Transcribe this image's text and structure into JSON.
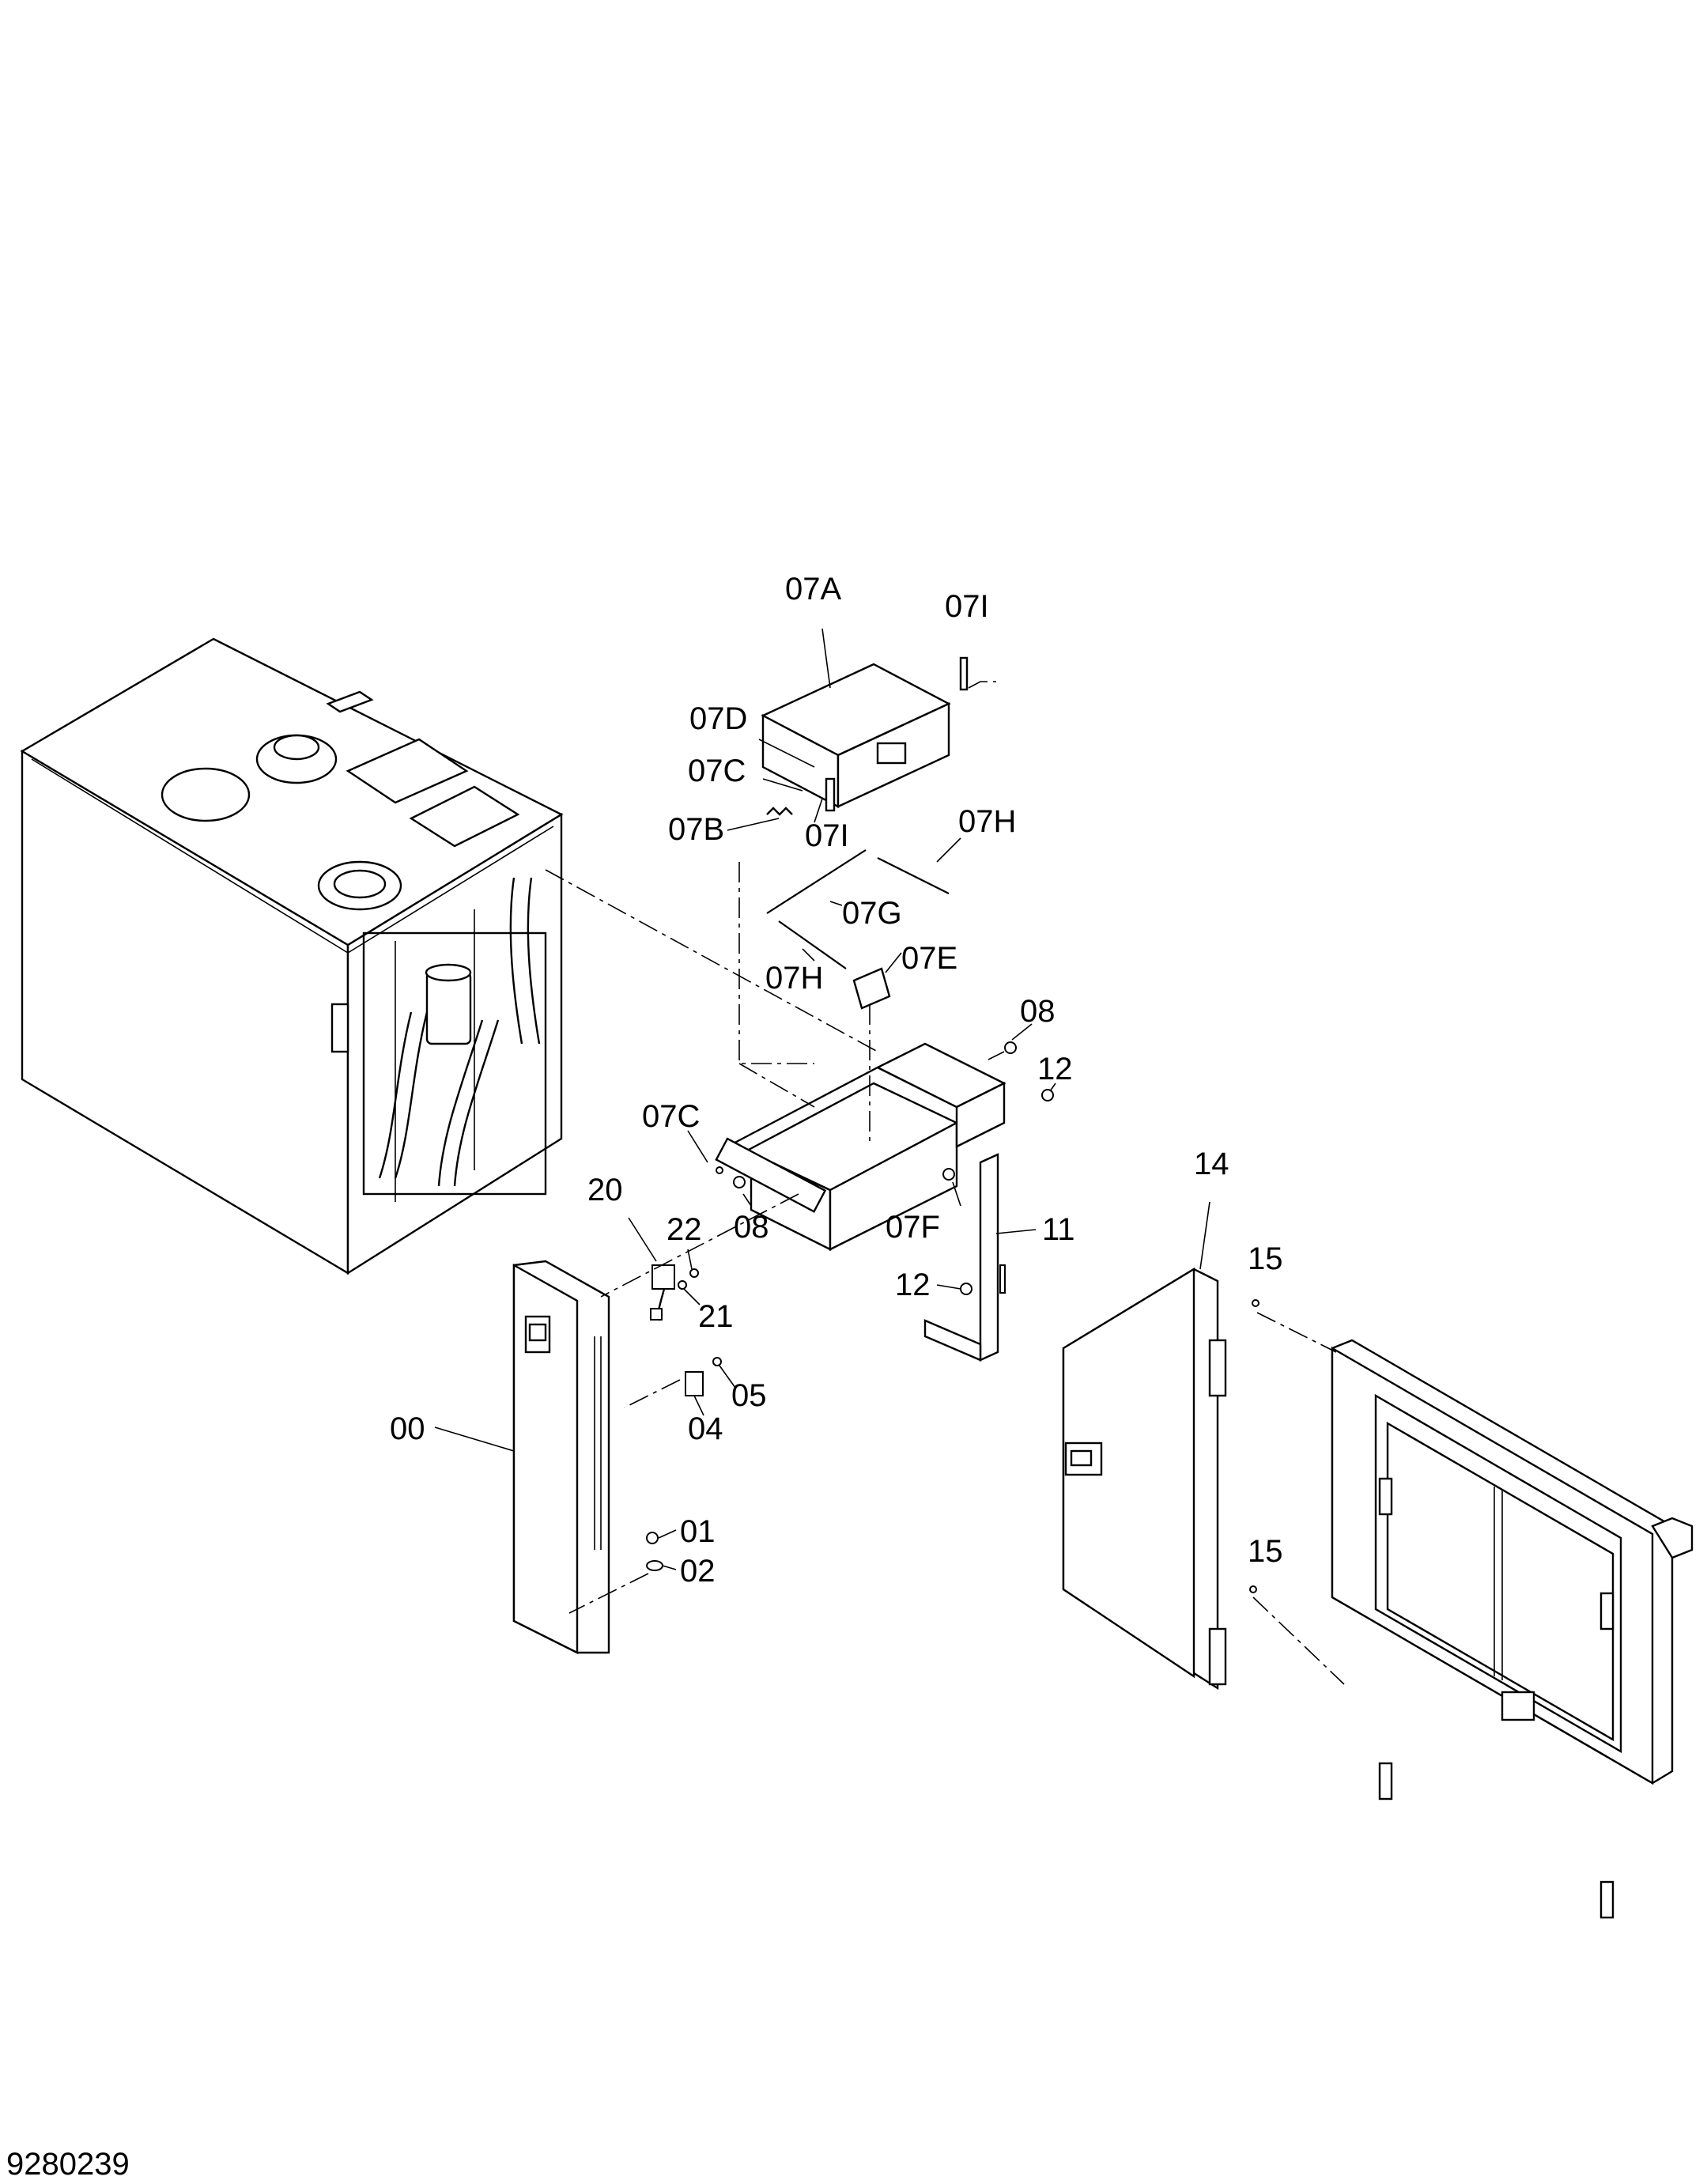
{
  "drawing_number": "9280239",
  "callouts": [
    {
      "id": "c07A",
      "text": "07A"
    },
    {
      "id": "c07I_top",
      "text": "07I"
    },
    {
      "id": "c07D",
      "text": "07D"
    },
    {
      "id": "c07C_top",
      "text": "07C"
    },
    {
      "id": "c07B",
      "text": "07B"
    },
    {
      "id": "c07I_mid",
      "text": "07I"
    },
    {
      "id": "c07H_right",
      "text": "07H"
    },
    {
      "id": "c07G",
      "text": "07G"
    },
    {
      "id": "c07H_left",
      "text": "07H"
    },
    {
      "id": "c07E",
      "text": "07E"
    },
    {
      "id": "c08_top",
      "text": "08"
    },
    {
      "id": "c12_top",
      "text": "12"
    },
    {
      "id": "c07C_mid",
      "text": "07C"
    },
    {
      "id": "c08_mid",
      "text": "08"
    },
    {
      "id": "c07F",
      "text": "07F"
    },
    {
      "id": "c11",
      "text": "11"
    },
    {
      "id": "c12_mid",
      "text": "12"
    },
    {
      "id": "c20",
      "text": "20"
    },
    {
      "id": "c22",
      "text": "22"
    },
    {
      "id": "c21",
      "text": "21"
    },
    {
      "id": "c05",
      "text": "05"
    },
    {
      "id": "c04",
      "text": "04"
    },
    {
      "id": "c00",
      "text": "00"
    },
    {
      "id": "c01",
      "text": "01"
    },
    {
      "id": "c02",
      "text": "02"
    },
    {
      "id": "c14",
      "text": "14"
    },
    {
      "id": "c15_top",
      "text": "15"
    },
    {
      "id": "c15_bottom",
      "text": "15"
    }
  ]
}
